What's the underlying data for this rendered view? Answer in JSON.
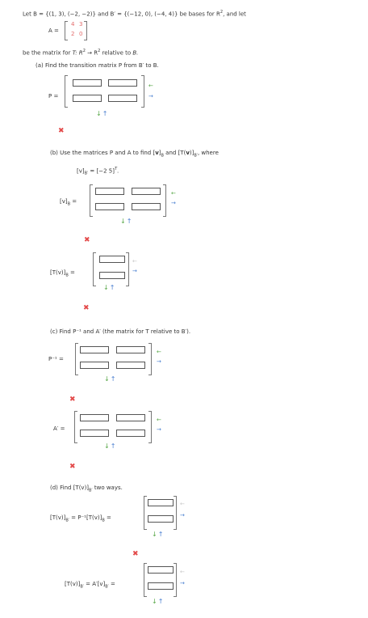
{
  "intro": {
    "lead": "Let ",
    "B_def": "B = {(1, 3), (−2, −2)} and B′ = {(−12, 0), (−4, 4)} be bases for R",
    "sup2": "2",
    "tail": ", and let",
    "A_label": "A =",
    "A_row1_a": "4",
    "A_row1_b": "3",
    "A_row2_a": "2",
    "A_row2_b": "0",
    "matrix_line_a": "be the matrix for  ",
    "matrix_line_T": "T: R",
    "matrix_line_b": " → R",
    "matrix_line_c": " relative to ",
    "matrix_line_d": "B."
  },
  "part_a": {
    "heading": "(a) Find the transition matrix P from B′ to B.",
    "P_label": "P ="
  },
  "part_b": {
    "heading_a": "(b) Use the matrices P and A to find [",
    "heading_b": "v",
    "heading_c": "]",
    "heading_d": "B",
    "heading_e": " and [T(",
    "heading_f": "v",
    "heading_g": ")]",
    "heading_h": "B′",
    "heading_i": ", where",
    "vb_given": "[v]",
    "vb_given_sub": "B′",
    "vb_given_val": " = [−2  5]",
    "vb_given_T": "T",
    "vb_given_end": ".",
    "vB_label": "[v]",
    "vB_sub": "B",
    "vB_eq": " =",
    "TvB_label": "[T(v)]",
    "TvB_sub": "B",
    "TvB_eq": " ="
  },
  "part_c": {
    "heading": "(c) Find P⁻¹ and A′ (the matrix for T relative to B′).",
    "Pinv_label": "P⁻¹ =",
    "Aprime_label": "A′ ="
  },
  "part_d": {
    "heading_a": "(d) Find  [T(v)]",
    "heading_sub": "B′",
    "heading_b": "  two ways.",
    "eq1_a": "[T(v)]",
    "eq1_sub1": "B′",
    "eq1_b": " = P⁻¹[T(v)]",
    "eq1_sub2": "B",
    "eq1_c": " =",
    "eq2_a": "[T(v)]",
    "eq2_sub1": "B′",
    "eq2_b": " = A′[v]",
    "eq2_sub2": "B′",
    "eq2_c": " ="
  },
  "glyphs": {
    "left_arrow": "←",
    "right_arrow": "→",
    "down_arrow": "↓",
    "up_arrow": "↑",
    "x_mark": "✖"
  },
  "colors": {
    "green": "#5aa84a",
    "blue": "#4a7fd0",
    "red": "#e34a4a",
    "matrix_num": "#e36b6b"
  }
}
